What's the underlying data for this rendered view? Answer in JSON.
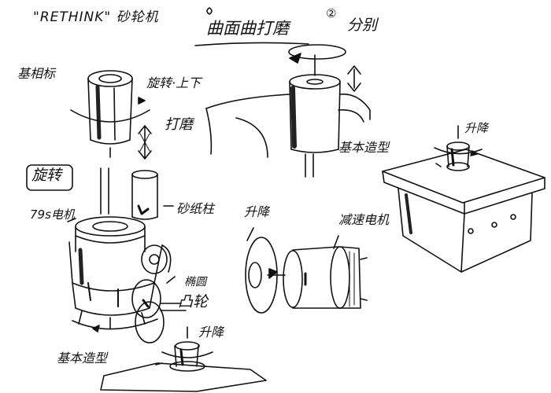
{
  "labels": {
    "title": "\"RETHINK\" 砂轮机",
    "curved_grinding": "曲面曲打磨",
    "circled_two": "②",
    "separate": "分别",
    "base_mold_top": "基相标",
    "rotate_up_down": "旋转·上下",
    "grinding": "打磨",
    "rotate_boxed": "旋转",
    "motor_79": "79s电机",
    "grinding_rod": "砂纸柱",
    "lift": "升降",
    "base_mold_right": "基本造型",
    "lift_right": "升降",
    "reduction_motor": "减速电机",
    "ellipse": "椭圆",
    "cam": "凸轮",
    "lift_bottom": "升降",
    "base_mold_bottom": "基本造型"
  },
  "colors": {
    "ink": "#111111",
    "paper": "#ffffff"
  }
}
